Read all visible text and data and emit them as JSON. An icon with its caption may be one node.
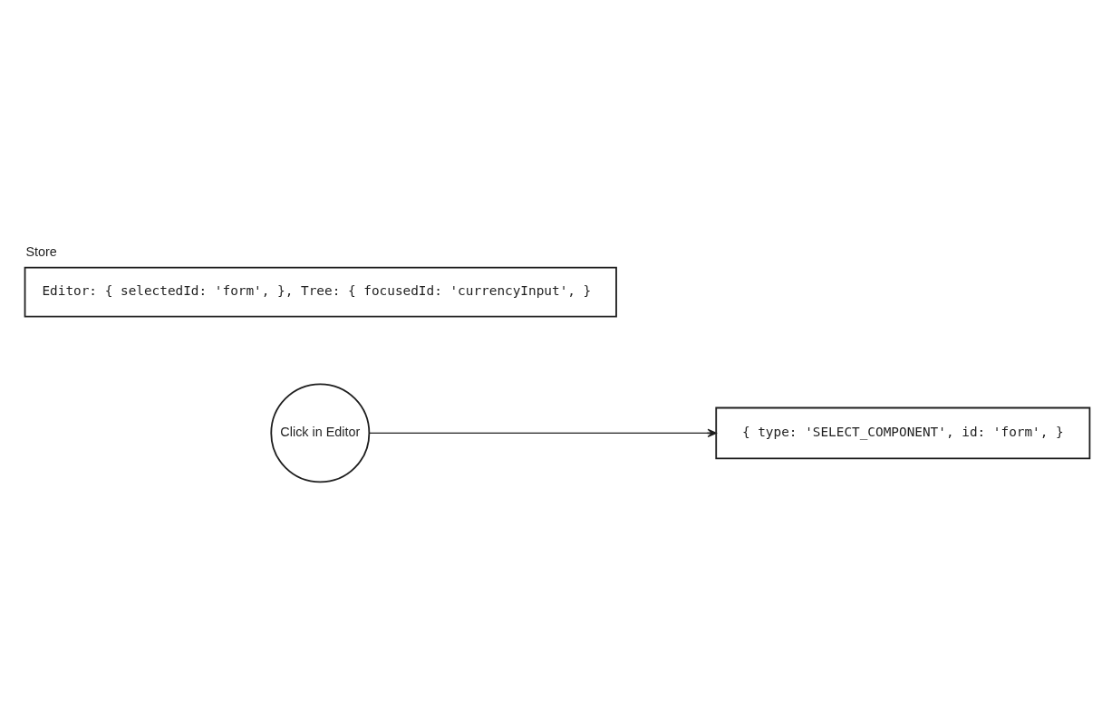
{
  "diagram": {
    "nodes": [
      {
        "text": [
          "Click in Editor"
        ]
      },
      {
        "text": [
          "{ type: 'SELECT_COMPONENT', id: 'form', }"
        ]
      },
      {
        "text": [
          "Store",
          "Editor: { selectedId: 'form', }, Tree: { focusedId: 'currencyInput', }"
        ]
      }
    ],
    "edges": [
      {
        "from": 0,
        "to": 1,
        "arrow": "to"
      }
    ]
  }
}
